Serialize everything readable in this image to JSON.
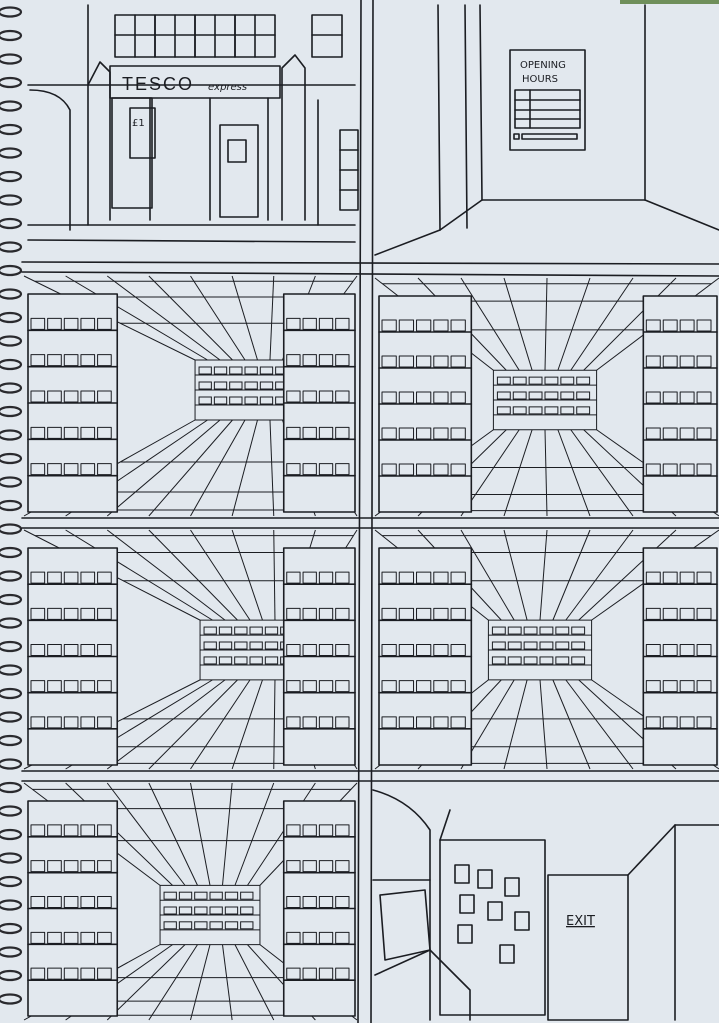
{
  "panels": {
    "storefront": {
      "sign_brand": "TESCO",
      "sign_sub": "express",
      "poster_price": "£1"
    },
    "entrance_door": {
      "notice_title_line1": "OPENING",
      "notice_title_line2": "HOURS"
    },
    "exit_area": {
      "exit_sign": "EXIT"
    }
  },
  "colors": {
    "paper": "#dfe5ec",
    "ink": "#1b1d22",
    "spiral": "#2a2a2e",
    "background_strip": "#6f8f5a"
  }
}
